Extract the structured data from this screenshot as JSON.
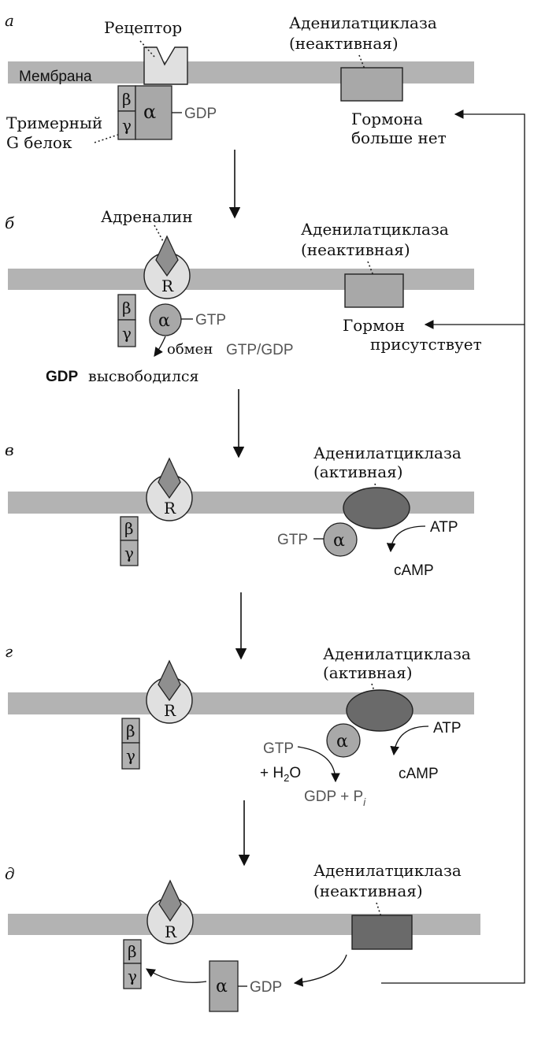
{
  "colors": {
    "membrane": "#b3b3b3",
    "light_gray": "#e0e0e0",
    "medium_gray": "#a8a8a8",
    "dark_gray": "#6a6a6a",
    "line": "#111111"
  },
  "panels": {
    "a": {
      "letter": "а",
      "receptor": "Рецептор",
      "membrane": "Мембрана",
      "cyclase_title": "Аденилатциклаза",
      "cyclase_state": "(неактивная)",
      "beta": "β",
      "gamma": "γ",
      "alpha": "α",
      "gdp": "GDP",
      "g_protein_line1": "Тримерный",
      "g_protein_line2": "G белок",
      "hormone_line1": "Гормона",
      "hormone_line2": "больше нет"
    },
    "b": {
      "letter": "б",
      "adrenaline": "Адреналин",
      "cyclase_title": "Аденилатциклаза",
      "cyclase_state": "(неактивная)",
      "receptor_r": "R",
      "beta": "β",
      "gamma": "γ",
      "alpha": "α",
      "gtp": "GTP",
      "exchange": "обмен",
      "exchange_pair": "GTP/GDP",
      "gdp_released_1": "GDP",
      "gdp_released_2": "высвободился",
      "hormone_line1": "Гормон",
      "hormone_line2": "присутствует"
    },
    "v": {
      "letter": "в",
      "cyclase_title": "Аденилатциклаза",
      "cyclase_state": "(активная)",
      "receptor_r": "R",
      "beta": "β",
      "gamma": "γ",
      "alpha": "α",
      "gtp": "GTP",
      "atp": "ATP",
      "camp": "cAMP"
    },
    "g": {
      "letter": "г",
      "cyclase_title": "Аденилатциклаза",
      "cyclase_state": "(активная)",
      "receptor_r": "R",
      "beta": "β",
      "gamma": "γ",
      "alpha": "α",
      "gtp": "GTP",
      "plus_h2o": "+ H",
      "h2o_sub": "2",
      "h2o_o": "O",
      "gdp_pi": "GDP + P",
      "pi_sub": "i",
      "atp": "ATP",
      "camp": "cAMP"
    },
    "d": {
      "letter": "д",
      "cyclase_title": "Аденилатциклаза",
      "cyclase_state": "(неактивная)",
      "receptor_r": "R",
      "beta": "β",
      "gamma": "γ",
      "alpha": "α",
      "gdp": "GDP"
    }
  }
}
